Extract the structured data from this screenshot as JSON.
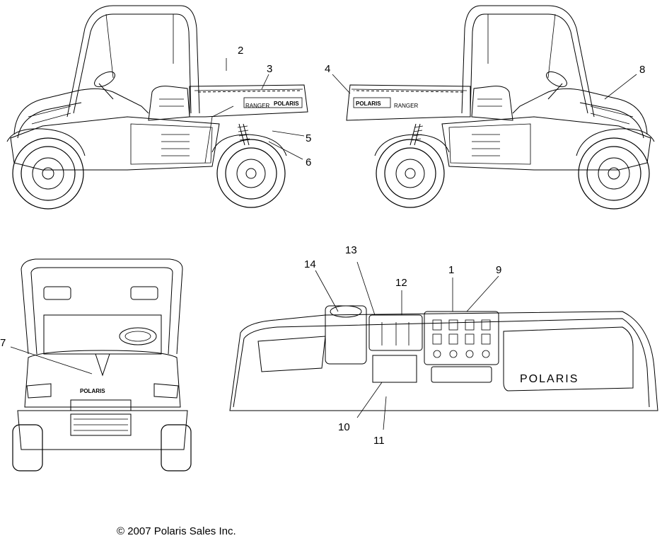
{
  "callouts": [
    {
      "id": "1",
      "text": "1"
    },
    {
      "id": "2",
      "text": "2"
    },
    {
      "id": "3",
      "text": "3"
    },
    {
      "id": "4",
      "text": "4"
    },
    {
      "id": "5",
      "text": "5"
    },
    {
      "id": "6",
      "text": "6"
    },
    {
      "id": "7",
      "text": "7"
    },
    {
      "id": "8",
      "text": "8"
    },
    {
      "id": "9",
      "text": "9"
    },
    {
      "id": "10",
      "text": "10"
    },
    {
      "id": "11",
      "text": "11"
    },
    {
      "id": "12",
      "text": "12"
    },
    {
      "id": "13",
      "text": "13"
    },
    {
      "id": "14",
      "text": "14"
    }
  ],
  "decals": {
    "bed_brand_left": "POLARIS",
    "bed_model_left": "RANGER",
    "bed_brand_right": "POLARIS",
    "bed_model_right": "RANGER",
    "hood_brand": "POLARIS",
    "dash_brand": "POLARIS"
  },
  "copyright": "© 2007 Polaris Sales Inc."
}
